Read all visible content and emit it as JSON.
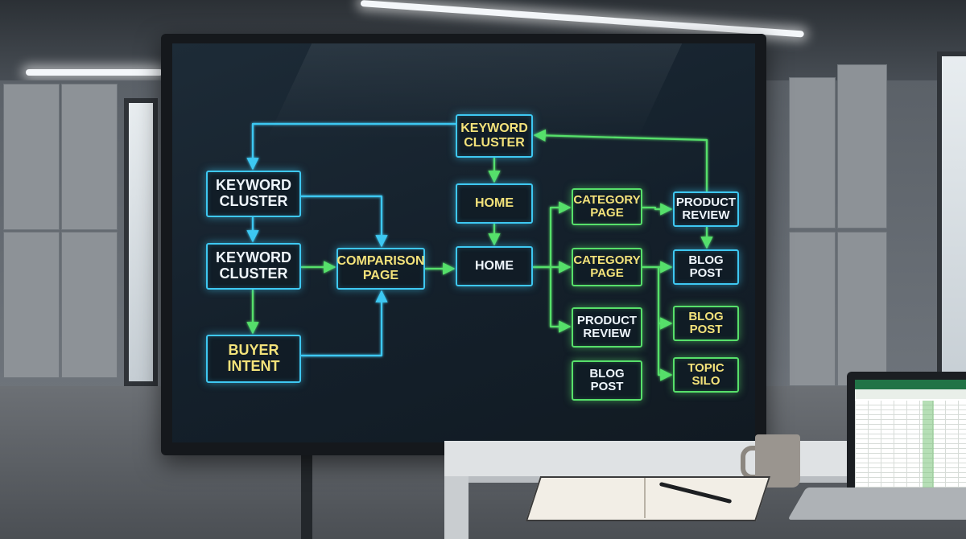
{
  "diagram": {
    "nodes": [
      {
        "id": "kc-top",
        "label": "KEYWORD\nCLUSTER",
        "style": "blue",
        "text": "yellow",
        "size": "m"
      },
      {
        "id": "kc-left-1",
        "label": "KEYWORD\nCLUSTER",
        "style": "blue",
        "text": "white",
        "size": "l"
      },
      {
        "id": "kc-left-2",
        "label": "KEYWORD\nCLUSTER",
        "style": "blue",
        "text": "white",
        "size": "l"
      },
      {
        "id": "buyer-intent",
        "label": "BUYER\nINTENT",
        "style": "blue",
        "text": "yellow",
        "size": "l"
      },
      {
        "id": "comparison-page",
        "label": "COMPARISON\nPAGE",
        "style": "blue",
        "text": "yellow",
        "size": "m"
      },
      {
        "id": "home-1",
        "label": "HOME",
        "style": "blue",
        "text": "yellow",
        "size": "m"
      },
      {
        "id": "home-2",
        "label": "HOME",
        "style": "blue",
        "text": "white",
        "size": "m"
      },
      {
        "id": "category-page-1",
        "label": "CATEGORY\nPAGE",
        "style": "green",
        "text": "yellow",
        "size": "s"
      },
      {
        "id": "category-page-2",
        "label": "CATEGORY\nPAGE",
        "style": "green",
        "text": "yellow",
        "size": "s"
      },
      {
        "id": "product-review-1",
        "label": "PRODUCT\nREVIEW",
        "style": "green",
        "text": "white",
        "size": "s"
      },
      {
        "id": "blog-post-1",
        "label": "BLOG\nPOST",
        "style": "green",
        "text": "white",
        "size": "s"
      },
      {
        "id": "product-review-2",
        "label": "PRODUCT\nREVIEW",
        "style": "blue",
        "text": "white",
        "size": "s"
      },
      {
        "id": "blog-post-2",
        "label": "BLOG POST",
        "style": "blue",
        "text": "white",
        "size": "s"
      },
      {
        "id": "blog-post-3",
        "label": "BLOG POST",
        "style": "green",
        "text": "yellow",
        "size": "s"
      },
      {
        "id": "topic-silo",
        "label": "TOPIC SILO",
        "style": "green",
        "text": "yellow",
        "size": "s"
      }
    ],
    "edges": [
      {
        "from": "kc-top",
        "to": "kc-left-1",
        "color": "blue"
      },
      {
        "from": "kc-top",
        "to": "home-1",
        "color": "green"
      },
      {
        "from": "product-review-2",
        "to": "kc-top",
        "color": "green"
      },
      {
        "from": "kc-left-1",
        "to": "kc-left-2",
        "color": "blue"
      },
      {
        "from": "kc-left-1",
        "to": "comparison-page",
        "color": "blue"
      },
      {
        "from": "kc-left-2",
        "to": "buyer-intent",
        "color": "green"
      },
      {
        "from": "kc-left-2",
        "to": "comparison-page",
        "color": "green"
      },
      {
        "from": "buyer-intent",
        "to": "comparison-page",
        "color": "blue"
      },
      {
        "from": "comparison-page",
        "to": "home-2",
        "color": "green"
      },
      {
        "from": "home-1",
        "to": "home-2",
        "color": "green"
      },
      {
        "from": "home-2",
        "to": "category-page-1",
        "color": "green"
      },
      {
        "from": "home-2",
        "to": "category-page-2",
        "color": "green"
      },
      {
        "from": "home-2",
        "to": "product-review-1",
        "color": "green"
      },
      {
        "from": "category-page-1",
        "to": "product-review-2",
        "color": "green"
      },
      {
        "from": "category-page-2",
        "to": "blog-post-2",
        "color": "green"
      },
      {
        "from": "category-page-2",
        "to": "blog-post-3",
        "color": "green"
      },
      {
        "from": "category-page-2",
        "to": "topic-silo",
        "color": "green"
      },
      {
        "from": "product-review-2",
        "to": "blog-post-2",
        "color": "green"
      }
    ]
  },
  "colors": {
    "blue": "#3ec8f2",
    "green": "#57e06a",
    "text_white": "#eef5fb",
    "text_yellow": "#f3e27a"
  },
  "scene": {
    "icons": [
      "ceiling-light-icon",
      "coffee-mug-icon",
      "notebook-icon",
      "pen-icon",
      "laptop-icon",
      "spreadsheet-icon"
    ]
  }
}
